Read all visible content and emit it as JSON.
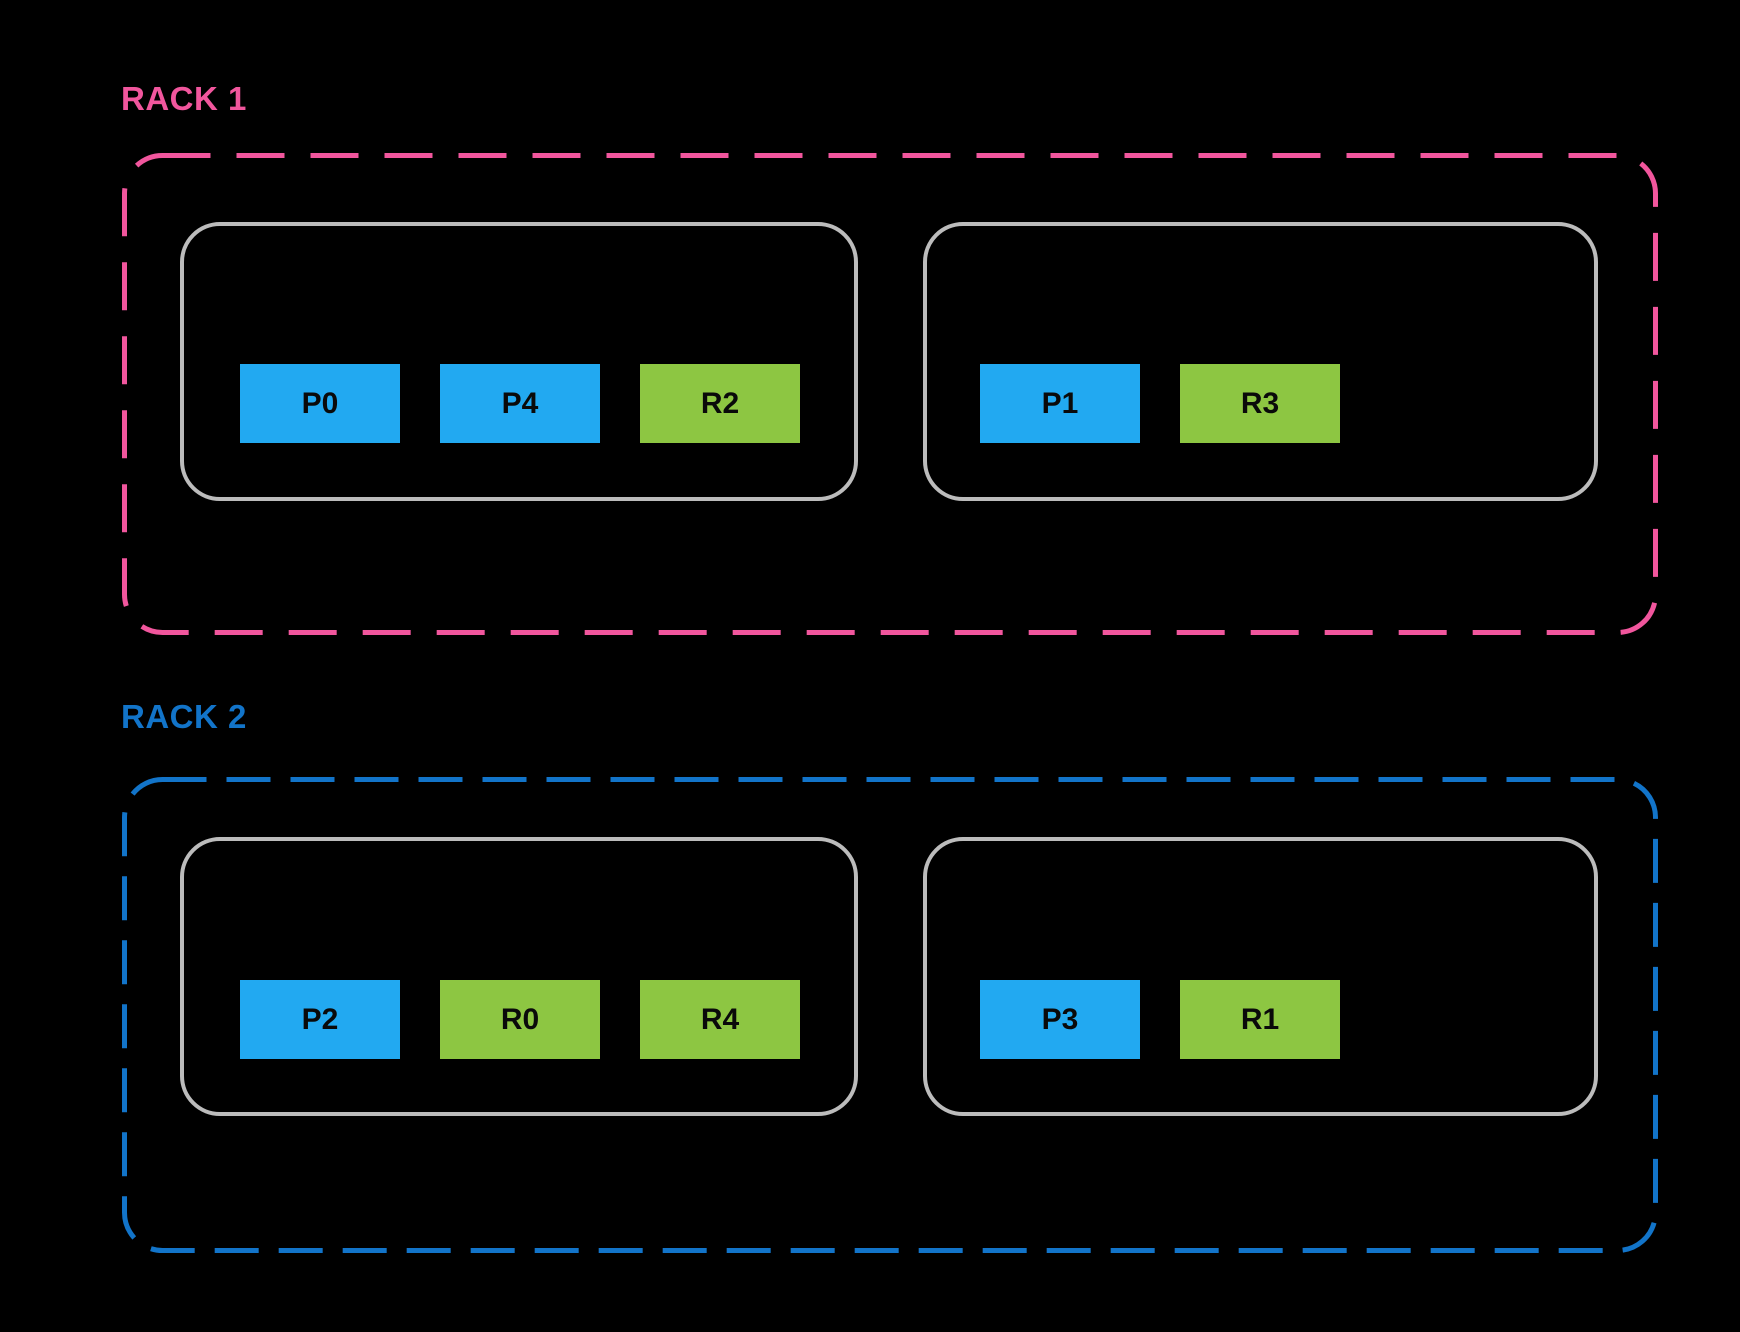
{
  "diagram": {
    "background": "#000000",
    "host_border_color": "#BCBCBC",
    "node_colors": {
      "primary_blue": "#22A9F1",
      "replica_green": "#8DC642",
      "node_text": "#0A0A0A"
    }
  },
  "racks": [
    {
      "label": "RACK 1",
      "accent_color": "#F1569D",
      "hosts": [
        {
          "nodes": [
            {
              "label": "P0",
              "type": "primary"
            },
            {
              "label": "P4",
              "type": "primary"
            },
            {
              "label": "R2",
              "type": "replica"
            }
          ]
        },
        {
          "nodes": [
            {
              "label": "P1",
              "type": "primary"
            },
            {
              "label": "R3",
              "type": "replica"
            }
          ]
        }
      ]
    },
    {
      "label": "RACK 2",
      "accent_color": "#1274C9",
      "hosts": [
        {
          "nodes": [
            {
              "label": "P2",
              "type": "primary"
            },
            {
              "label": "R0",
              "type": "replica"
            },
            {
              "label": "R4",
              "type": "replica"
            }
          ]
        },
        {
          "nodes": [
            {
              "label": "P3",
              "type": "primary"
            },
            {
              "label": "R1",
              "type": "replica"
            }
          ]
        }
      ]
    }
  ]
}
